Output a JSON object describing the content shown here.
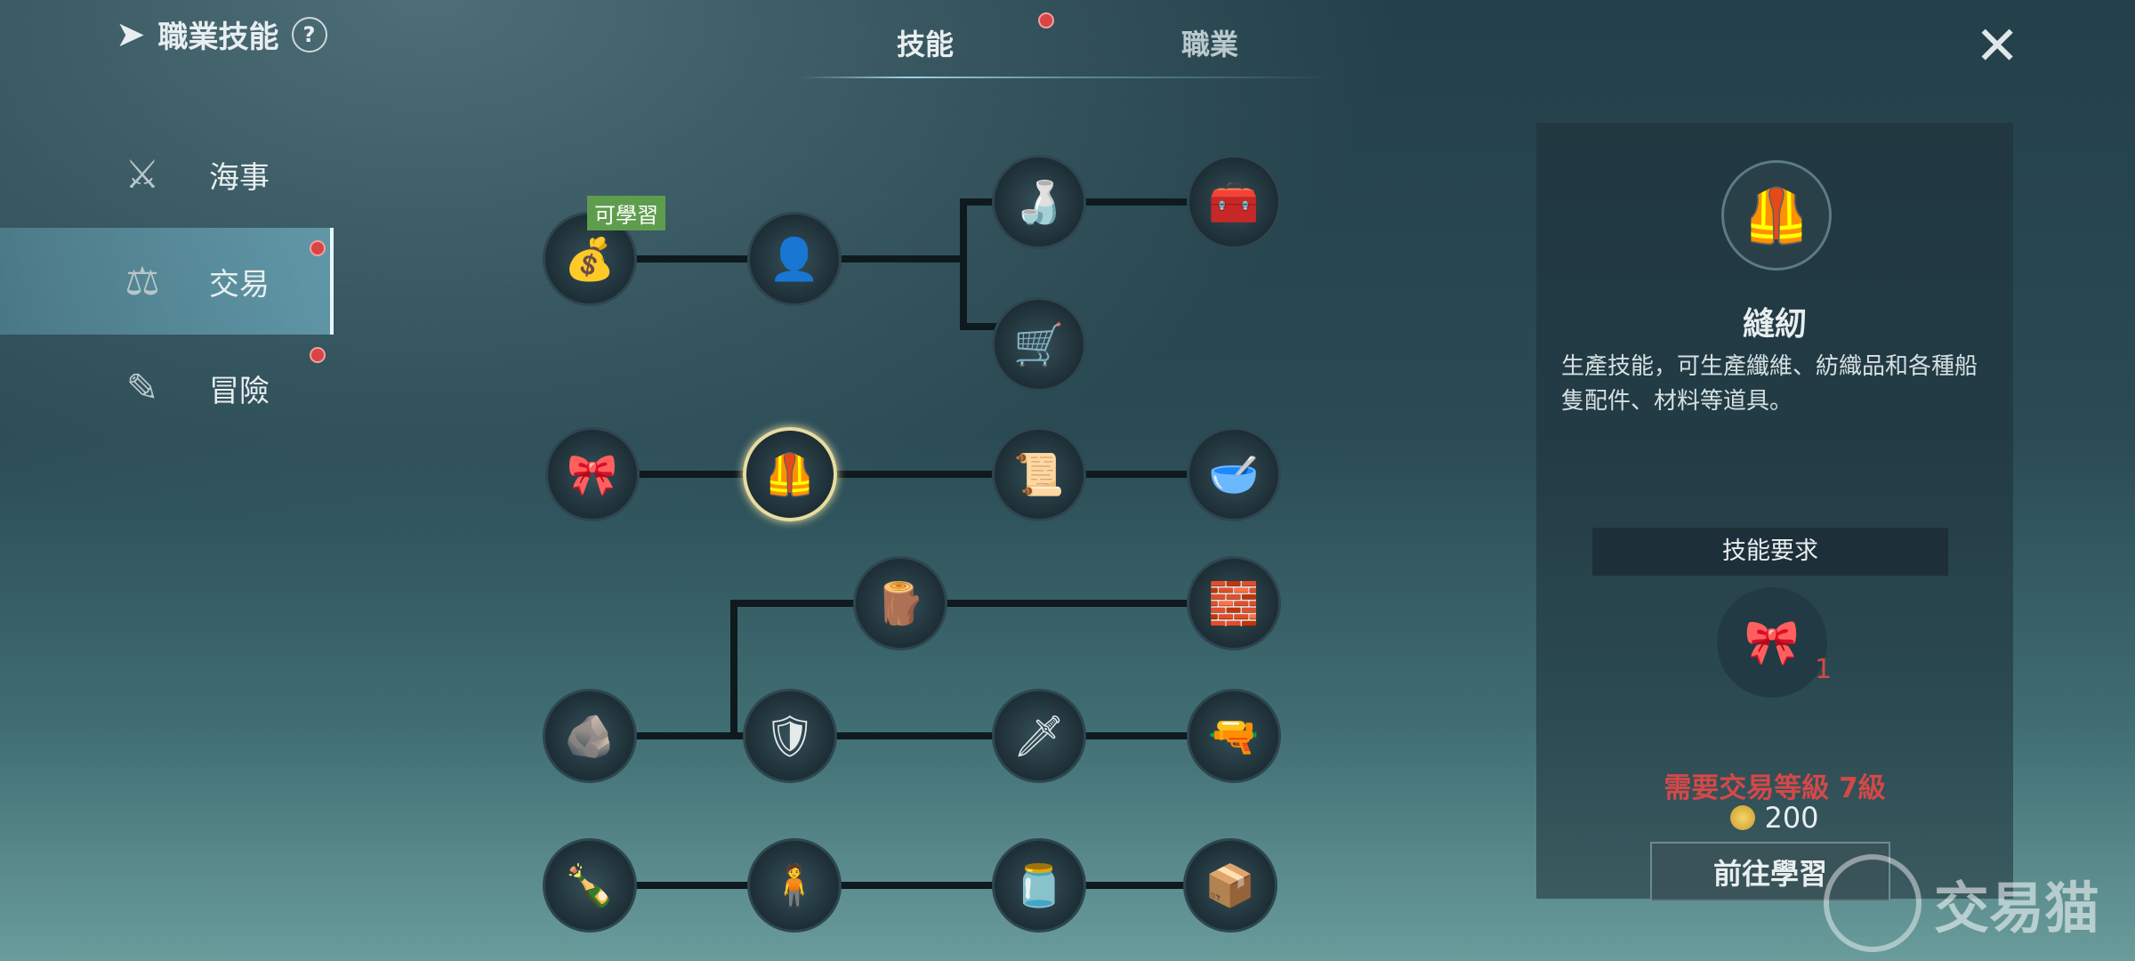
{
  "header": {
    "title": "職業技能",
    "help": "?",
    "close": "✕"
  },
  "tabs": [
    {
      "label": "技能",
      "active": true
    },
    {
      "label": "職業",
      "active": false
    }
  ],
  "sidebar": {
    "items": [
      {
        "label": "海事",
        "icon": "crossed-swords-icon"
      },
      {
        "label": "交易",
        "icon": "scales-icon",
        "active": true,
        "dot": true
      },
      {
        "label": "冒險",
        "icon": "telescope-icon",
        "dot": true
      }
    ]
  },
  "tree": {
    "learnable_badge": "可學習",
    "nodes": [
      {
        "icon": "coins-icon",
        "glyph": "💰"
      },
      {
        "icon": "merchant-icon",
        "glyph": "👤"
      },
      {
        "icon": "bottle-icon",
        "glyph": "🍶"
      },
      {
        "icon": "chest-icon",
        "glyph": "🧰"
      },
      {
        "icon": "cart-icon",
        "glyph": "🛒"
      },
      {
        "icon": "bowtie-trade-icon",
        "glyph": "🎀"
      },
      {
        "icon": "sewing-vest-icon",
        "glyph": "🦺",
        "selected": true
      },
      {
        "icon": "cloth-roll-icon",
        "glyph": "📜"
      },
      {
        "icon": "bowls-icon",
        "glyph": "🥣"
      },
      {
        "icon": "logs-icon",
        "glyph": "🪵"
      },
      {
        "icon": "ingots-icon",
        "glyph": "🧱"
      },
      {
        "icon": "ore-icon",
        "glyph": "🪨"
      },
      {
        "icon": "sword-shield-icon",
        "glyph": "🛡"
      },
      {
        "icon": "saber-icon",
        "glyph": "🗡"
      },
      {
        "icon": "pistol-icon",
        "glyph": "🔫"
      },
      {
        "icon": "wine-bottle-icon",
        "glyph": "🍾"
      },
      {
        "icon": "figure-icon",
        "glyph": "🧍"
      },
      {
        "icon": "jar-icon",
        "glyph": "🫙"
      },
      {
        "icon": "box-icon",
        "glyph": "📦"
      }
    ]
  },
  "detail": {
    "name": "縫紉",
    "description": "生產技能，可生產纖維、紡織品和各種船隻配件、材料等道具。",
    "requirement_header": "技能要求",
    "requirement_count": "1",
    "level_requirement": "需要交易等級 7級",
    "cost": "200",
    "button": "前往學習"
  },
  "watermark": "交易猫",
  "colors": {
    "alert": "#d84545",
    "badge": "#5f9d4e",
    "level": "#d44848"
  }
}
